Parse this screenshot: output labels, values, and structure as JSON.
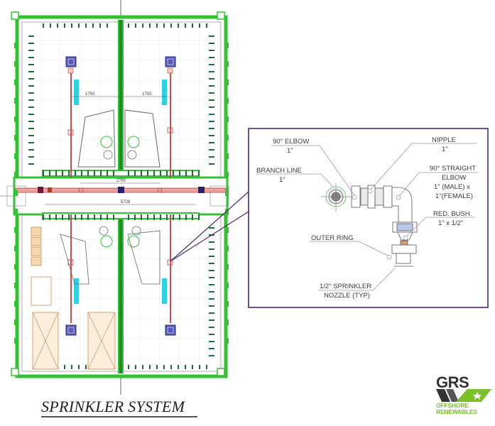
{
  "title": "SPRINKLER SYSTEM",
  "colors": {
    "wall_green": "#35c035",
    "pipe_red": "#c23a3a",
    "sprinkler_blue": "#3a3aa8",
    "duct_cyan": "#33d0e0",
    "callout_border": "#4a2a66",
    "leader_line": "#b08ab8",
    "logo_green": "#7bbf2a",
    "logo_dark": "#333333"
  },
  "floor_plan": {
    "dimensions": {
      "upper_left": "1750",
      "upper_right": "1750",
      "corridor_top": "2750",
      "corridor_bottom": "5728"
    }
  },
  "detail_callout": {
    "labels": [
      {
        "id": "elbow",
        "line1": "90° ELBOW",
        "line2": "1\""
      },
      {
        "id": "branch-line",
        "line1": "BRANCH LINE",
        "line2": "1\""
      },
      {
        "id": "nipple",
        "line1": "NIPPLE",
        "line2": "1\""
      },
      {
        "id": "straight-elbow",
        "line1": "90° STRAIGHT",
        "line2": "ELBOW",
        "line3": "1\" (MALE) x",
        "line4": "1\"(FEMALE)"
      },
      {
        "id": "red-bush",
        "line1": "RED. BUSH.",
        "line2": "1\" x 1/2\""
      },
      {
        "id": "outer-ring",
        "line1": "OUTER RING"
      },
      {
        "id": "sprinkler-nozzle",
        "line1": "1/2\" SPRINKLER",
        "line2": "NOZZLE (TYP)"
      }
    ]
  },
  "logo": {
    "brand": "GRS",
    "line1": "OFFSHORE",
    "line2": "RENEWABLES"
  }
}
